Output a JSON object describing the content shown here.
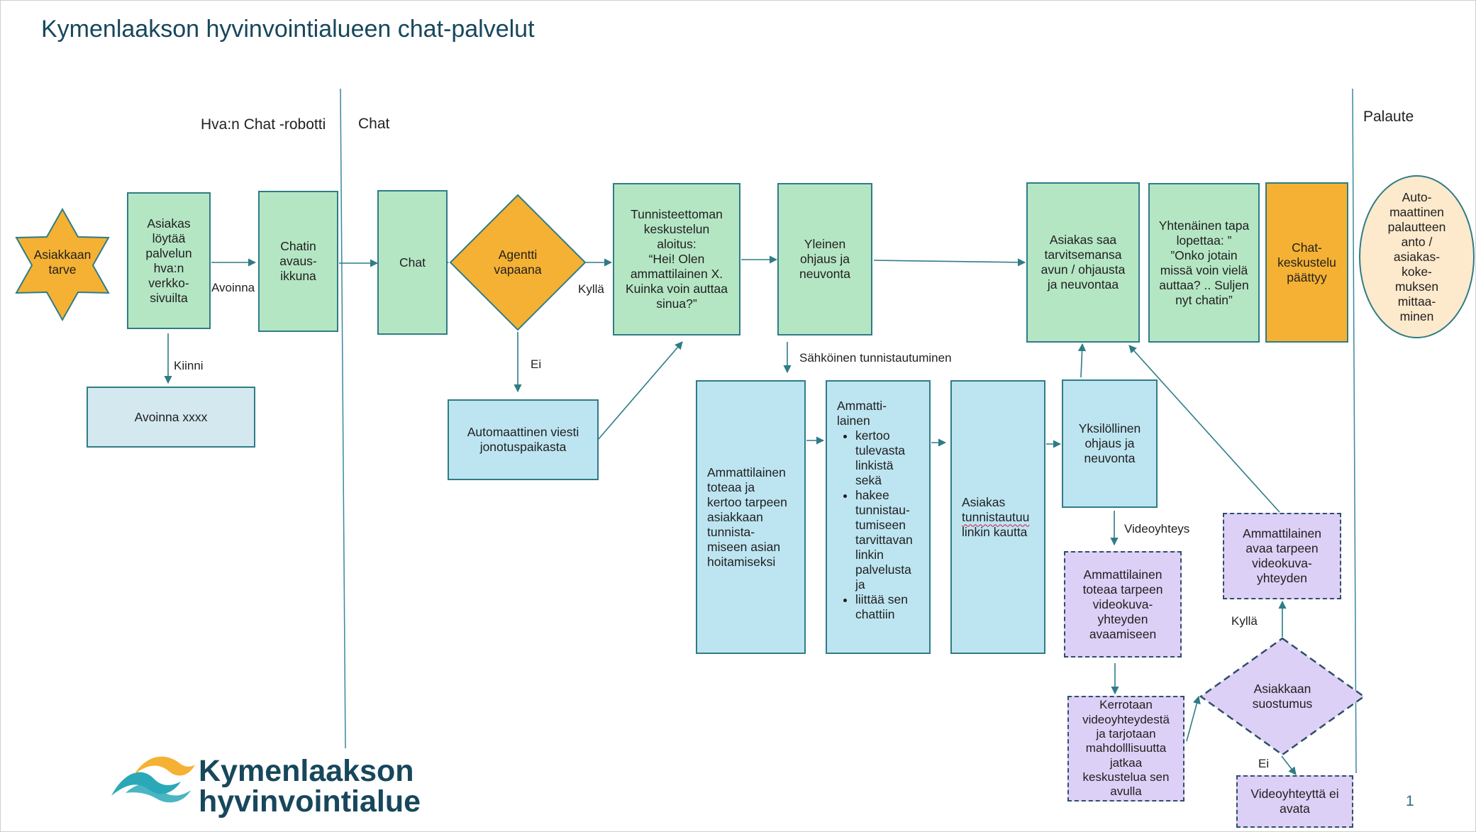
{
  "title": "Kymenlaakson hyvinvointialueen chat-palvelut",
  "lanes": {
    "robot": "Hva:n Chat -robotti",
    "chat": "Chat",
    "feedback": "Palaute"
  },
  "nodes": {
    "need": "Asiakkaan\ntarve",
    "finds": "Asiakas\nlöytää\npalvelun\nhva:n\nverkko-\nsivuilta",
    "chat_window": "Chatin\navaus-\nikkuna",
    "open_xxxx": "Avoinna xxxx",
    "chat": "Chat",
    "agent_free": "Agentti\nvapaana",
    "queue_msg": "Automaattinen viesti\njonotuspaikasta",
    "anon_start": "Tunnisteettoman\nkeskustelun\naloitus:\n“Hei! Olen\nammattilainen X.\nKuinka voin auttaa\nsinua?”",
    "general_guidance": "Yleinen\nohjaus ja\nneuvonta",
    "customer_gets_help": "Asiakas saa\ntarvitsemansa\navun / ohjausta\nja neuvontaa",
    "end_together": "Yhtenäinen tapa\nlopettaa: ”\n”Onko jotain\nmissä voin vielä\nauttaa? .. Suljen\nnyt chatin”",
    "chat_ended": "Chat-\nkeskustelu\npäättyy",
    "auto_feedback": "Auto-\nmaattinen\npalautteen\nanto /\nasiakas-\nkoke-\nmuksen\nmittaa-\nminen",
    "pro_notes_need": "Ammattilainen\ntoteaa ja\nkertoo tarpeen\nasiakkaan\ntunnista-\nmiseen asian\nhoitamiseksi",
    "pro_actions_title": "Ammatti-\nlainen",
    "pro_actions_items": [
      "kertoo\ntulevasta\nlinkistä\nsekä",
      "hakee\ntunnistau-\ntumiseen\ntarvittavan\nlinkin\npalvelusta\nja",
      "liittää sen\nchattiin"
    ],
    "customer_identifies_1": "Asiakas",
    "customer_identifies_2": "tunnistautuu",
    "customer_identifies_3": "linkin kautta",
    "personal_guidance": "Yksilöllinen\nohjaus ja\nneuvonta",
    "pro_video_need": "Ammattilainen\ntoteaa tarpeen\nvideokuva-\nyhteyden\navaamiseen",
    "tell_video": "Kerrotaan\nvideoyhteydestä\nja tarjotaan\nmahdolllisuutta\njatkaa\nkeskustelua sen\navulla",
    "consent": "Asiakkaan\nsuostumus",
    "pro_opens_video": "Ammattilainen\navaa tarpeen\nvideokuva-\nyhteyden",
    "no_video": "Videoyhteyttä ei\navata"
  },
  "edge_labels": {
    "open": "Avoinna",
    "closed": "Kiinni",
    "yes_agent": "Kyllä",
    "no_agent": "Ei",
    "e_id": "Sähköinen tunnistautuminen",
    "video": "Videoyhteys",
    "yes_consent": "Kyllä",
    "no_consent": "Ei"
  },
  "logo": {
    "line1": "Kymenlaakson",
    "line2": "hyvinvointialue"
  },
  "page_number": "1",
  "colors": {
    "green": "#b5e6c4",
    "blue": "#bde5f1",
    "orange": "#f5b133",
    "purple": "#ddd0f6",
    "feedback": "#fde9cc",
    "line": "#2f7c86",
    "title": "#17475c"
  }
}
